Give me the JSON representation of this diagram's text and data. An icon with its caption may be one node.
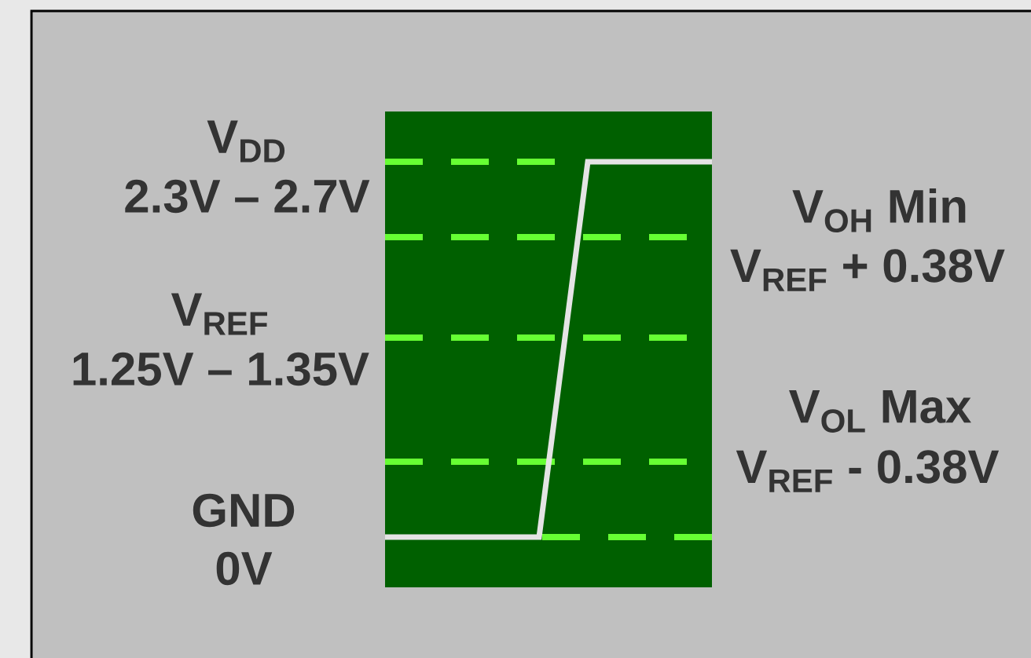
{
  "diagram": {
    "labels": [
      "V$_{DD}$",
      "2.3V – 2.7V",
      "V$_{REF}$",
      "1.25V – 1.35V",
      "GND",
      "0V",
      "V$_{OH}$ Min",
      "V$_{REF}$ + 0.38V",
      "V$_{OL}$ Max",
      "V$_{REF}$ - 0.38V"
    ]
  }
}
